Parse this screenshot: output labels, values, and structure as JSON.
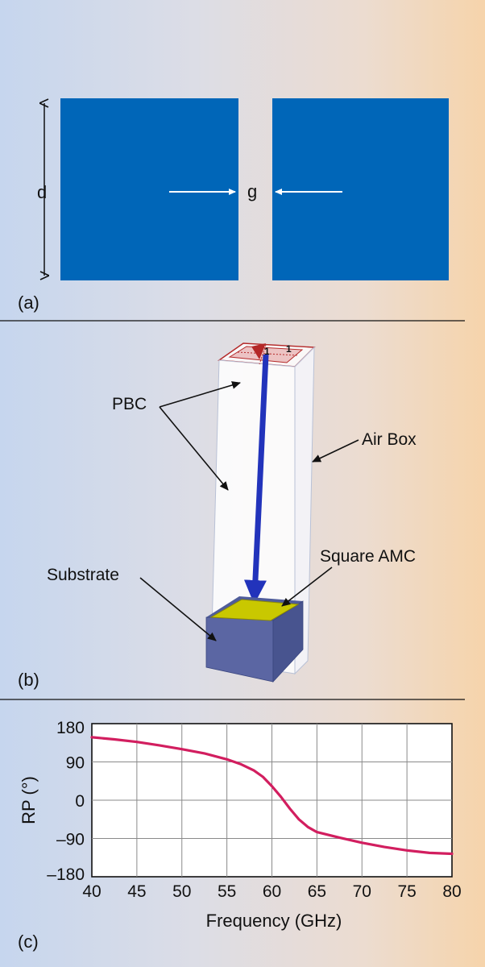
{
  "panel_a": {
    "label": "(a)",
    "dim_d": "d",
    "dim_g": "g",
    "patch_color": "#0066b8"
  },
  "panel_b": {
    "label": "(b)",
    "callouts": {
      "pbc": "PBC",
      "air_box": "Air Box",
      "square_amc": "Square AMC",
      "substrate": "Substrate"
    },
    "port_labels": [
      "1",
      "1"
    ],
    "amc_color": "#c9c800",
    "substrate_color": "#4f5c9a",
    "wave_arrow_color": "#2233bb"
  },
  "panel_c": {
    "label": "(c)"
  },
  "chart_data": {
    "type": "line",
    "title": "",
    "xlabel": "Frequency (GHz)",
    "ylabel": "RP (°)",
    "xlim": [
      40,
      80
    ],
    "ylim": [
      -180,
      180
    ],
    "xticks": [
      40,
      45,
      50,
      55,
      60,
      65,
      70,
      75,
      80
    ],
    "yticks": [
      180,
      90,
      0,
      -90,
      -180
    ],
    "ytick_labels": [
      "180",
      "90",
      "0",
      "–90",
      "–180"
    ],
    "grid": true,
    "line_color": "#d21e5f",
    "series": [
      {
        "x": [
          40,
          42.5,
          45,
          47.5,
          50,
          52.5,
          55,
          56.5,
          58,
          59,
          60,
          61,
          62,
          63,
          64,
          65,
          67.5,
          70,
          72.5,
          75,
          77.5,
          80
        ],
        "y": [
          148,
          143,
          137,
          129,
          120,
          110,
          96,
          85,
          70,
          55,
          33,
          8,
          -20,
          -45,
          -63,
          -75,
          -88,
          -100,
          -110,
          -118,
          -124,
          -126
        ]
      }
    ]
  }
}
